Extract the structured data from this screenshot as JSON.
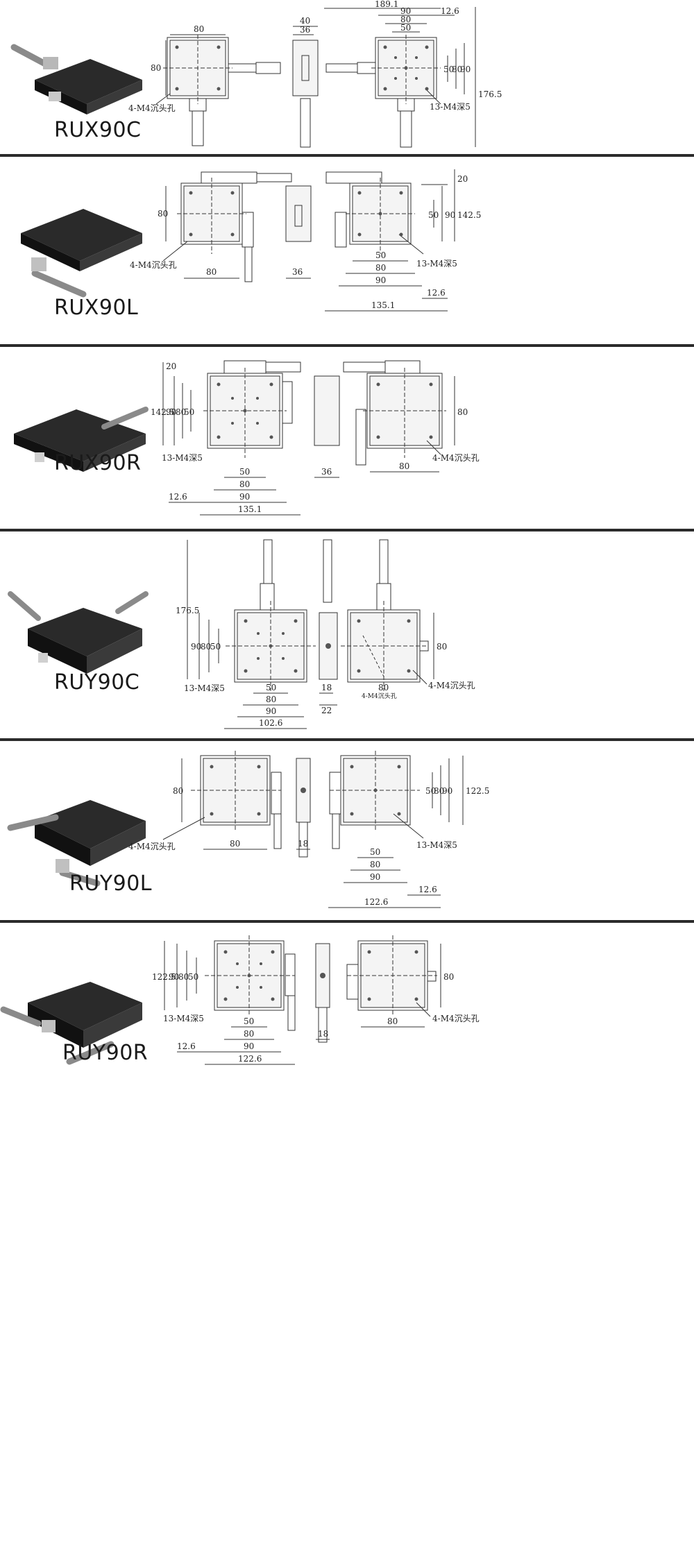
{
  "sections": [
    {
      "model": "RUX90C",
      "labels": {
        "d80": "80",
        "d80v": "80",
        "d40": "40",
        "d36": "36",
        "d189": "189.1",
        "d90": "90",
        "d12": "12.6",
        "d80b": "80",
        "d50": "50",
        "d50v": "50",
        "d80v2": "80",
        "d90v": "90",
        "d176": "176.5",
        "hole4": "4-M4沉头孔",
        "hole13": "13-M4深5"
      }
    },
    {
      "model": "RUX90L",
      "labels": {
        "d80v": "80",
        "d80": "80",
        "d36": "36",
        "hole4": "4-M4沉头孔",
        "d20": "20",
        "d50v": "50",
        "d90v": "90",
        "d142": "142.5",
        "hole13": "13-M4深5",
        "d50": "50",
        "d80b": "80",
        "d90": "90",
        "d12": "12.6",
        "d135": "135.1"
      }
    },
    {
      "model": "RUX90R",
      "labels": {
        "d20": "20",
        "d142": "142.5",
        "d90v": "90",
        "d80v": "80",
        "d50v": "50",
        "hole13": "13-M4深5",
        "d50": "50",
        "d80": "80",
        "d90": "90",
        "d12": "12.6",
        "d135": "135.1",
        "d36": "36",
        "d80r": "80",
        "d80rv": "80",
        "hole4": "4-M4沉头孔"
      }
    },
    {
      "model": "RUY90C",
      "labels": {
        "d176": "176.5",
        "d90v": "90",
        "d80v": "80",
        "d50v": "50",
        "hole13": "13-M4深5",
        "d50": "50",
        "d80": "80",
        "d90": "90",
        "d102": "102.6",
        "d18": "18",
        "d22": "22",
        "d80r": "80",
        "hole4small": "4-M4沉头孔",
        "d80rv": "80",
        "hole4": "4-M4沉头孔"
      }
    },
    {
      "model": "RUY90L",
      "labels": {
        "d80v": "80",
        "d80": "80",
        "hole4": "4-M4沉头孔",
        "d18": "18",
        "d50v": "50",
        "d80v2": "80",
        "d90v": "90",
        "d122": "122.5",
        "hole13": "13-M4深5",
        "d50": "50",
        "d80b": "80",
        "d90": "90",
        "d12": "12.6",
        "d1226": "122.6"
      }
    },
    {
      "model": "RUY90R",
      "labels": {
        "d122": "122.5",
        "d90v": "90",
        "d80v": "80",
        "d50v": "50",
        "hole13": "13-M4深5",
        "d50": "50",
        "d80": "80",
        "d90": "90",
        "d12": "12.6",
        "d1226": "122.6",
        "d18": "18",
        "d80r": "80",
        "d80rv": "80",
        "hole4": "4-M4沉头孔"
      }
    }
  ]
}
